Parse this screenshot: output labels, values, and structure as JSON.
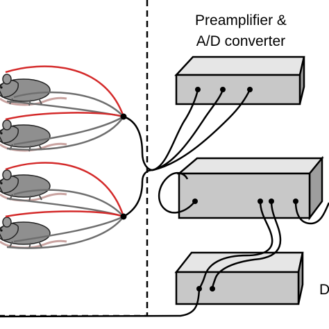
{
  "labels": {
    "preamp_line1": "Preamplifier &",
    "preamp_line2": "A/D converter",
    "partial_right": "D"
  },
  "colors": {
    "box_face": "#c8c8c8",
    "box_top": "#e6e6e6",
    "box_side": "#9e9e9e",
    "red_wire": "#d42a2a",
    "gray_wire": "#6e6e6e",
    "black_wire": "#000000",
    "rat_body": "#8f8f8f",
    "rat_tail": "#c9a3a0",
    "background": "#ffffff"
  },
  "icons": [
    "rat-icon",
    "connector-node-icon"
  ]
}
